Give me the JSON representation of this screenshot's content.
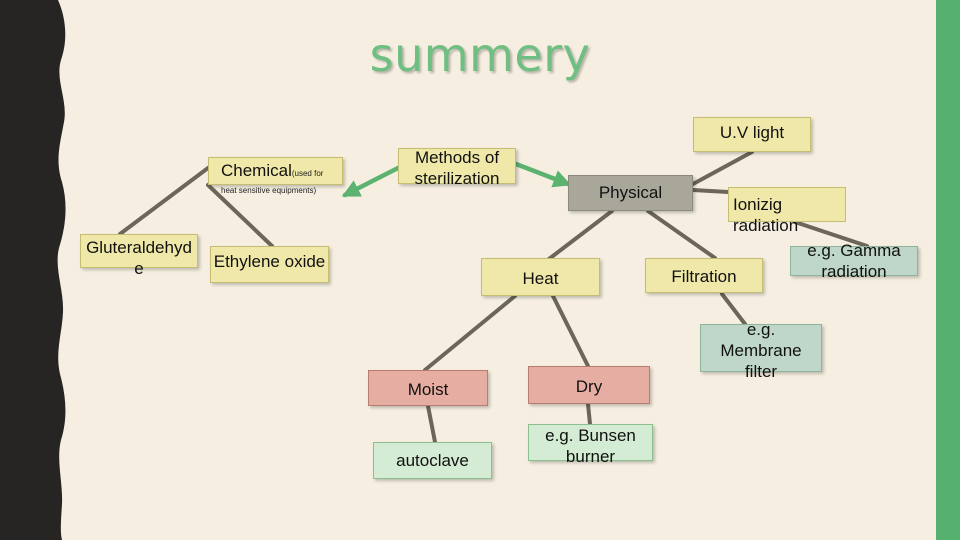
{
  "title": "summery",
  "nodes": {
    "methods": "Methods of sterilization",
    "chemical_main": "Chemical",
    "chemical_note1": "(used for",
    "chemical_note2": "heat sensitive equipments)",
    "gluteraldehyde_1": "Gluteraldehyd",
    "gluteraldehyde_2": "e",
    "ethylene": "Ethylene oxide",
    "physical": "Physical",
    "uv": "U.V light",
    "ionizing_1": "Ionizig",
    "ionizing_2": "radiation",
    "gamma_1": "e.g. Gamma",
    "gamma_2": "radiation",
    "heat": "Heat",
    "filtration": "Filtration",
    "membrane_1": "e.g.",
    "membrane_2": "Membrane",
    "membrane_3": "filter",
    "moist": "Moist",
    "dry": "Dry",
    "autoclave": "autoclave",
    "bunsen_1": "e.g. Bunsen",
    "bunsen_2": "burner"
  },
  "colors": {
    "accent_green": "#56b06e",
    "title": "#6fbf82",
    "arrow": "#5bb36f",
    "line": "#6b6659"
  }
}
